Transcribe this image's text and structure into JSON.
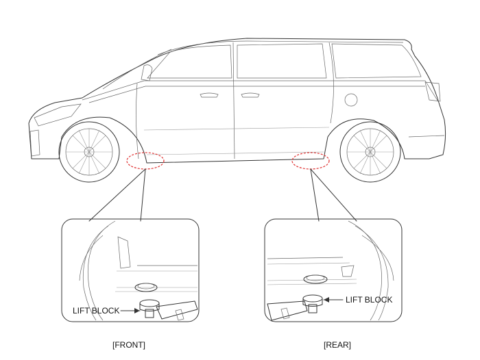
{
  "detail_front": {
    "callout_label": "LIFT BLOCK",
    "caption": "[FRONT]"
  },
  "detail_rear": {
    "callout_label": "LIFT BLOCK",
    "caption": "[REAR]"
  },
  "colors": {
    "outline": "#333333",
    "highlight_circle": "#e03030",
    "background": "#ffffff"
  }
}
